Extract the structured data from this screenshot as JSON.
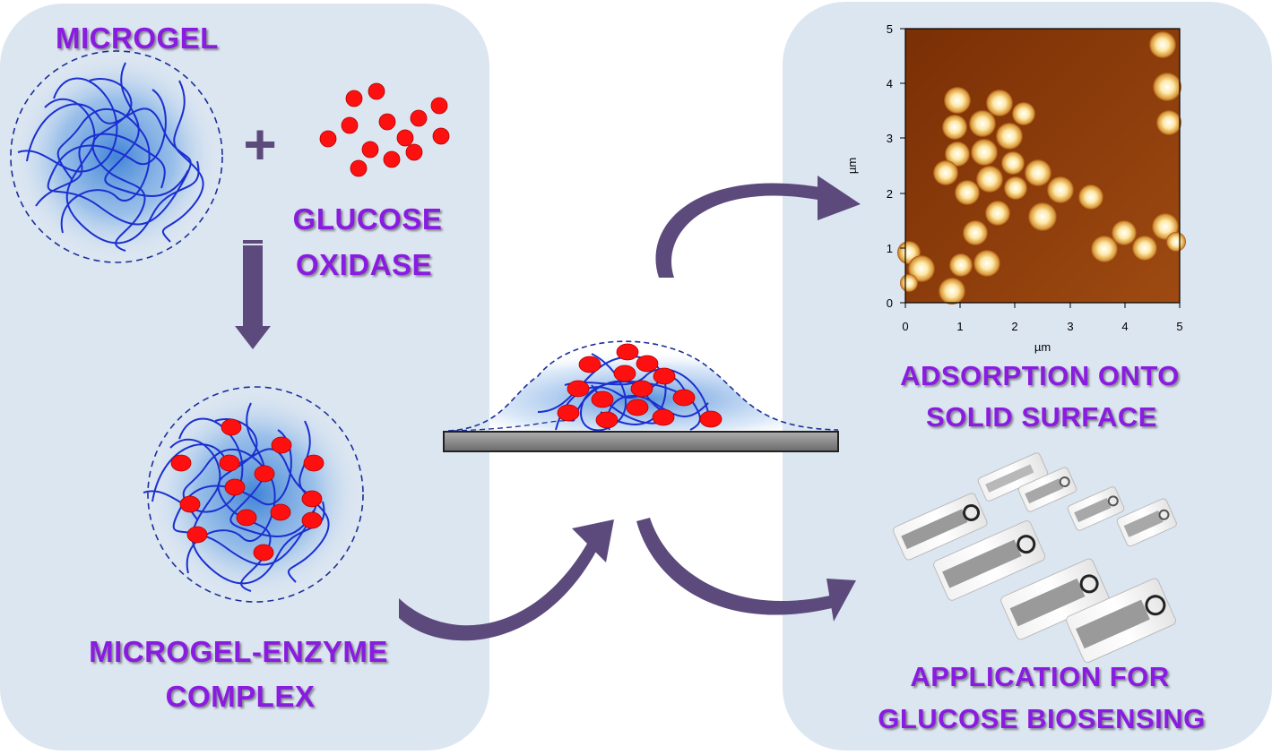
{
  "labels": {
    "microgel": "MICROGEL",
    "glucose_oxidase_line1": "GLUCOSE",
    "glucose_oxidase_line2": "OXIDASE",
    "complex_line1": "MICROGEL-ENZYME",
    "complex_line2": "COMPLEX",
    "adsorption_line1": "ADSORPTION ONTO",
    "adsorption_line2": "SOLID SURFACE",
    "application_line1": "APPLICATION FOR",
    "application_line2": "GLUCOSE BIOSENSING",
    "plus_symbol": "+"
  },
  "afm_image": {
    "x_axis_unit": "µm",
    "y_axis_unit": "µm",
    "x_ticks": [
      "0",
      "1",
      "2",
      "3",
      "4",
      "5"
    ],
    "y_ticks": [
      "0",
      "1",
      "2",
      "3",
      "4",
      "5"
    ]
  },
  "colors": {
    "panel_background": "#dce6f1",
    "label_text": "#8a1be0",
    "arrow": "#5c4a7c",
    "enzyme_red": "#ff0000",
    "polymer_blue": "#1b2fd0",
    "afm_background": "#8b3a08",
    "afm_particle": "#ffe7a6"
  }
}
